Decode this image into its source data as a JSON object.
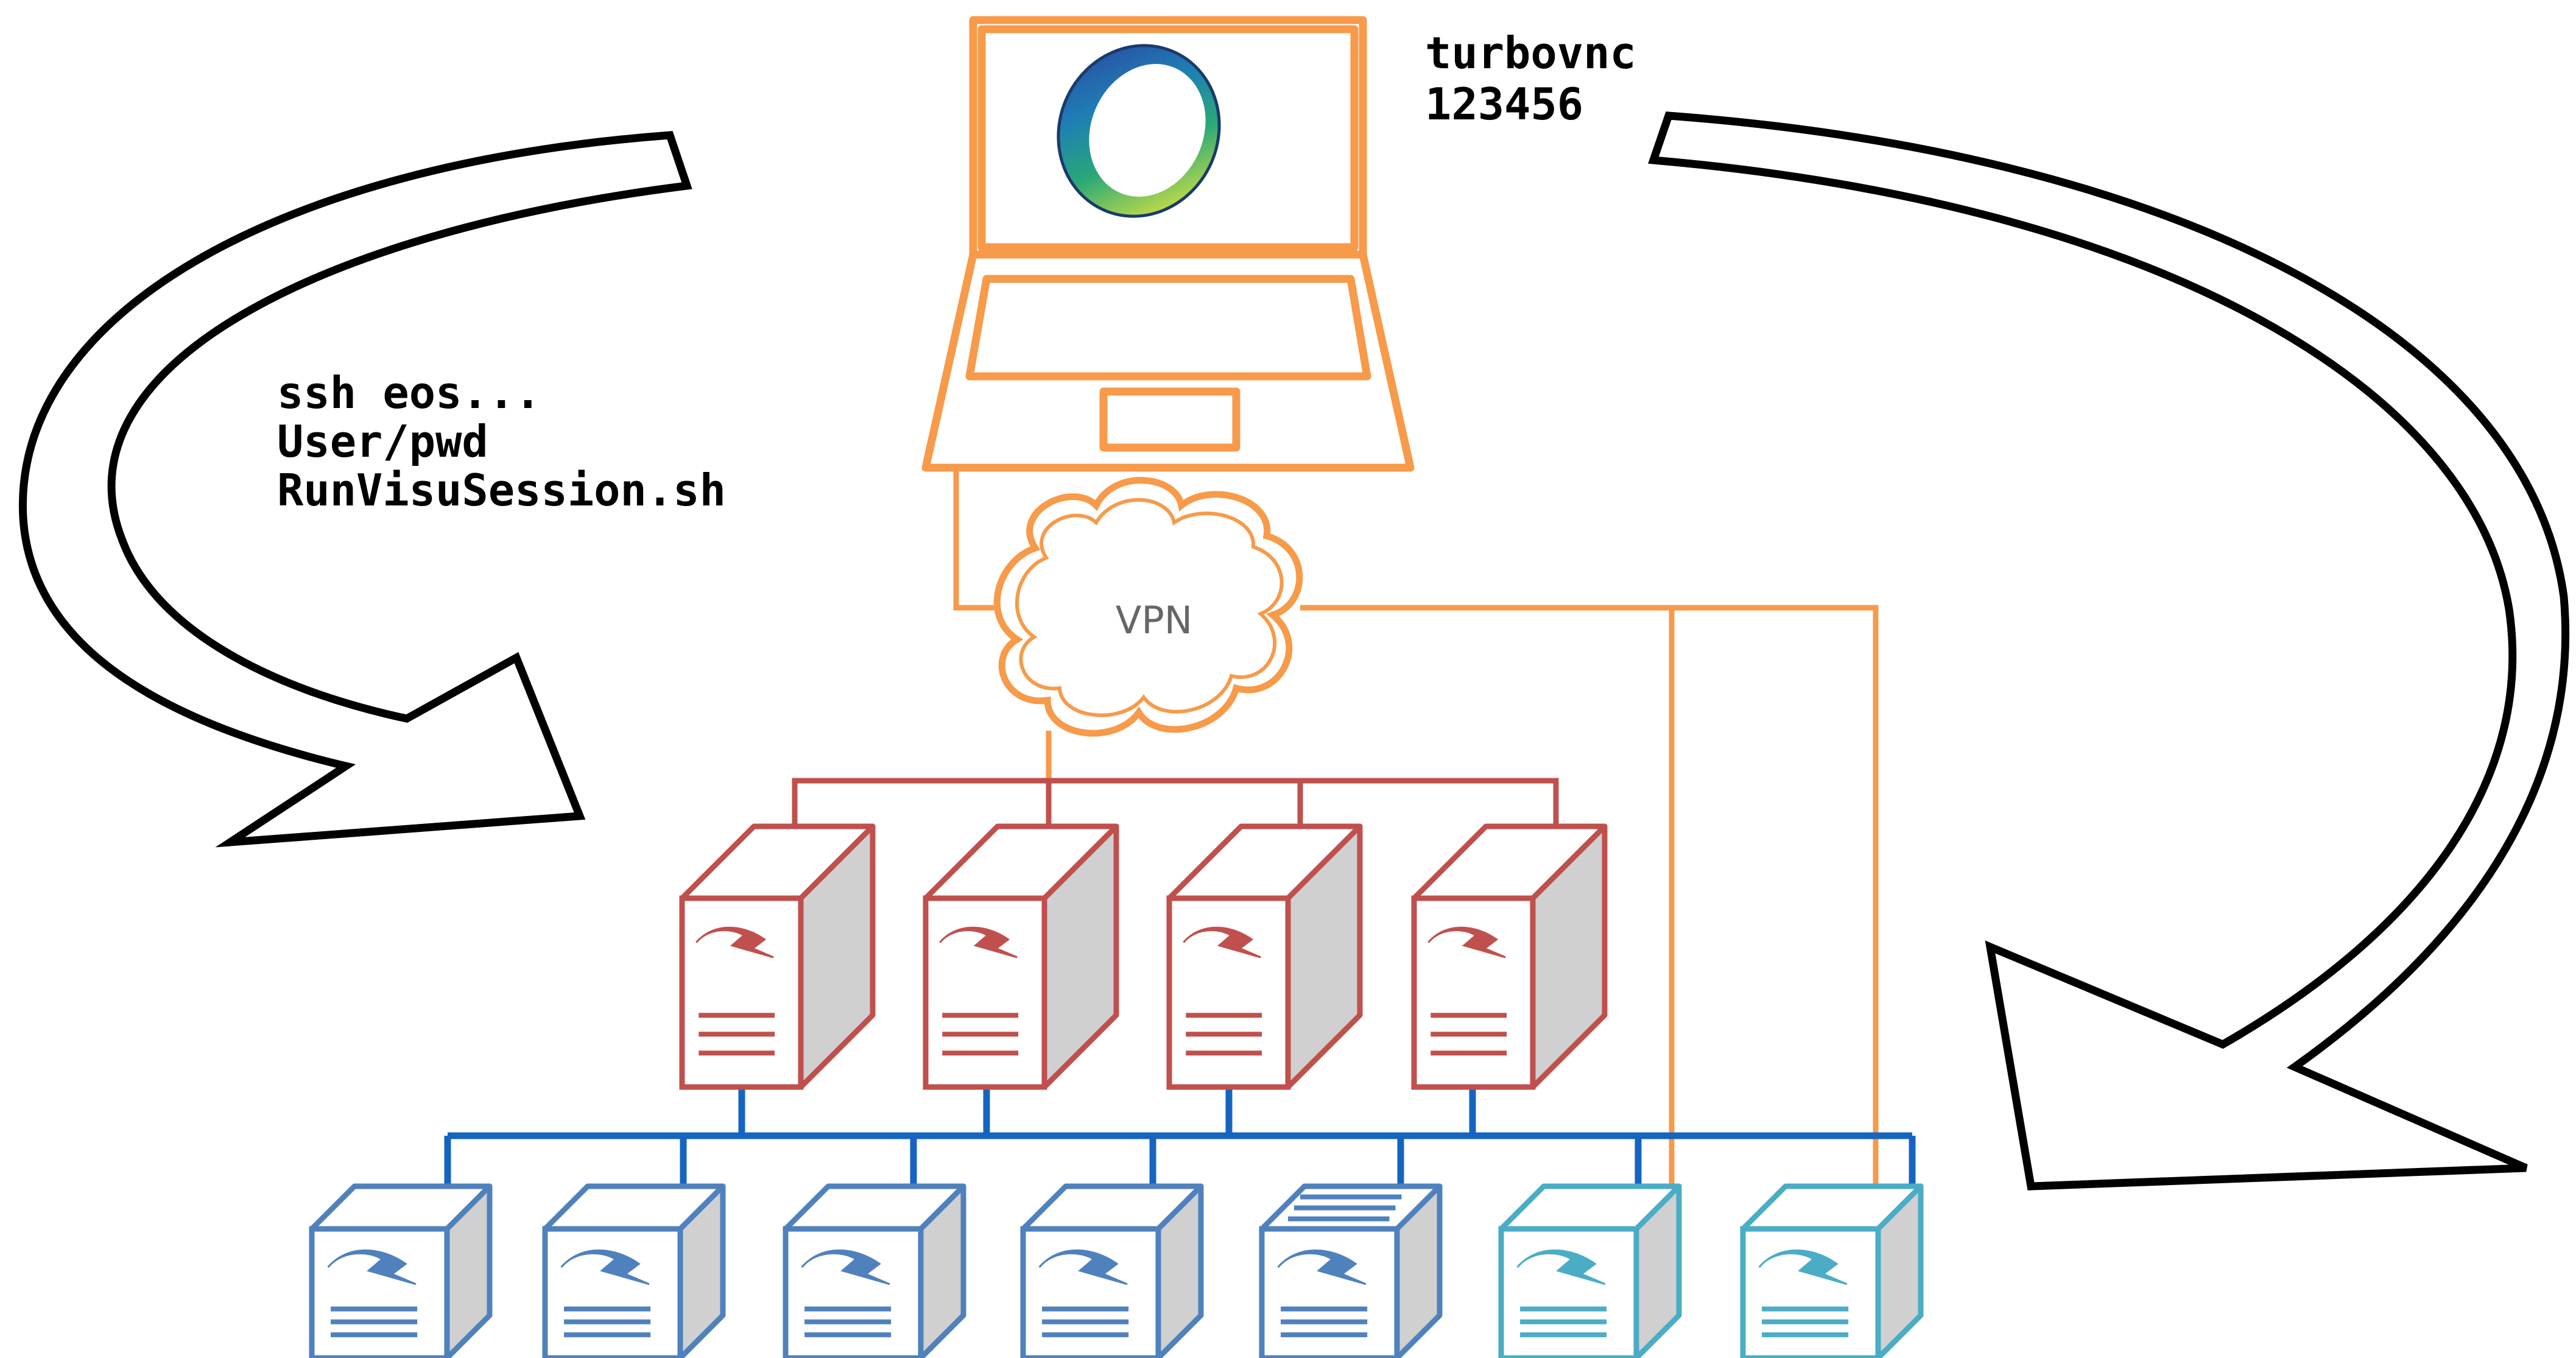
{
  "laptop_credentials": {
    "line1": "turbovnc",
    "line2": "123456"
  },
  "login_steps": {
    "line1": "ssh eos...",
    "line2": "User/pwd",
    "line3": "RunVisuSession.sh"
  },
  "network": {
    "label": "VPN"
  },
  "colors": {
    "laptop": "#f79a4a",
    "vpn_links": "#f79a4a",
    "login_servers": "#c0504d",
    "compute_bus": "#1565c0",
    "compute_nodes": "#4f81bd",
    "visu_nodes": "#4bacc6",
    "arrows": "#000000"
  },
  "icons": {
    "laptop": "laptop-icon",
    "screen_image": "torus-icon",
    "cloud": "cloud-icon",
    "server": "server-icon",
    "server_logo": "lightning-logo-icon"
  },
  "login_servers": [
    {
      "role": "login-node-1"
    },
    {
      "role": "login-node-2"
    },
    {
      "role": "login-node-3"
    },
    {
      "role": "login-node-4"
    }
  ],
  "compute_nodes": [
    {
      "role": "compute-node-1",
      "kind": "compute"
    },
    {
      "role": "compute-node-2",
      "kind": "compute"
    },
    {
      "role": "compute-node-3",
      "kind": "compute"
    },
    {
      "role": "compute-node-4",
      "kind": "compute"
    },
    {
      "role": "compute-node-5",
      "kind": "compute"
    },
    {
      "role": "visu-node-1",
      "kind": "visu"
    },
    {
      "role": "visu-node-2",
      "kind": "visu"
    }
  ]
}
